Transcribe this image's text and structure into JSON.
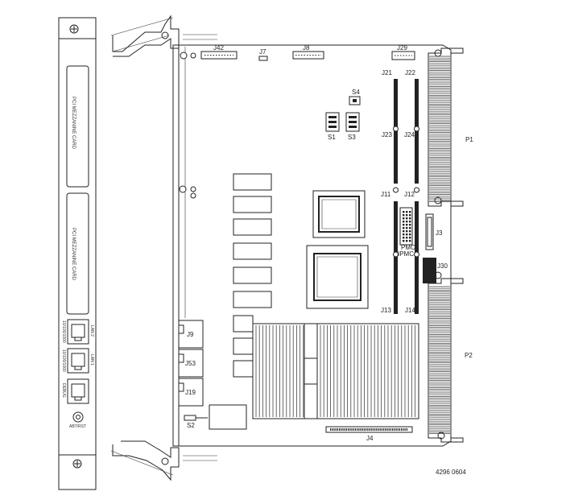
{
  "front_panel": {
    "card_slot_1": "PCI MEZZANINE CARD",
    "card_slot_2": "PCI MEZZANINE CARD",
    "lan2": "LAN 2",
    "lan2_speed": "10/100/1000",
    "lan1": "LAN 1",
    "lan1_speed": "10/100/1000",
    "debug": "DEBUG",
    "abort_reset": "ABT/RST"
  },
  "connectors": {
    "j42": "J42",
    "j7": "J7",
    "j8": "J8",
    "j29": "J29",
    "j21": "J21",
    "j22": "J22",
    "j23": "J23",
    "j24": "J24",
    "j11": "J11",
    "j12": "J12",
    "j13": "J13",
    "j14": "J14",
    "j3": "J3",
    "j30": "J30",
    "j9": "J9",
    "j53": "J53",
    "j19": "J19",
    "j4": "J4",
    "p1": "P1",
    "p2": "P2"
  },
  "switches": {
    "s1": "S1",
    "s2": "S2",
    "s3": "S3",
    "s4": "S4"
  },
  "pmc_labels": {
    "pmc1": "PMC",
    "pmc2": "IPMC"
  },
  "figure_number": "4296 0604"
}
